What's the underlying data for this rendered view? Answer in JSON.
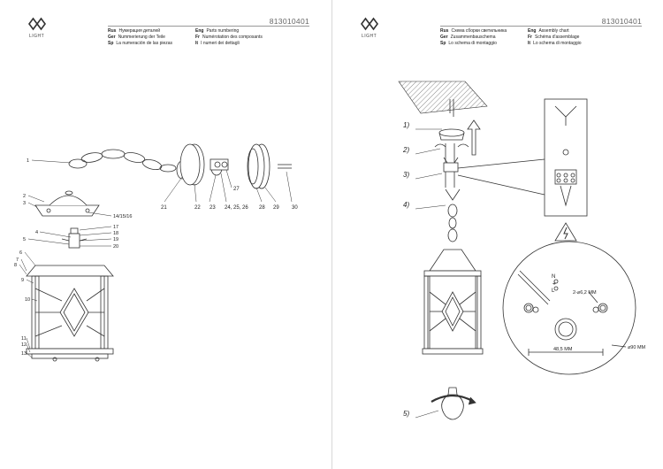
{
  "left": {
    "logo_text": "LIGHT",
    "doc_number": "813010401",
    "header_col1": [
      {
        "code": "Rus",
        "text": "Нумерация деталей"
      },
      {
        "code": "Ger",
        "text": "Nummerierung der Teile"
      },
      {
        "code": "Sp",
        "text": "La numeración de las piezas"
      }
    ],
    "header_col2": [
      {
        "code": "Eng",
        "text": "Parts numbering"
      },
      {
        "code": "Fr",
        "text": "Numérotation des composants"
      },
      {
        "code": "It",
        "text": "I numeri dei dettagli"
      }
    ],
    "part_numbers": [
      "1",
      "2",
      "3",
      "4",
      "5",
      "6",
      "7",
      "8",
      "9",
      "10",
      "11",
      "12",
      "13",
      "14/15/16",
      "17",
      "18",
      "19",
      "20",
      "21",
      "22",
      "23",
      "24, 25, 26",
      "27",
      "28",
      "29",
      "30"
    ]
  },
  "right": {
    "logo_text": "LIGHT",
    "doc_number": "813010401",
    "header_col1": [
      {
        "code": "Rus",
        "text": "Схема сборки светильника"
      },
      {
        "code": "Ger",
        "text": "Zusammenbauschema"
      },
      {
        "code": "Sp",
        "text": "Lo schema di montaggio"
      }
    ],
    "header_col2": [
      {
        "code": "Eng",
        "text": "Assembly chart"
      },
      {
        "code": "Fr",
        "text": "Schéma d'assemblage"
      },
      {
        "code": "It",
        "text": "Lo schema di montaggio"
      }
    ],
    "steps": [
      "1)",
      "2)",
      "3)",
      "4)",
      "5)"
    ],
    "terminal_labels": [
      "N",
      "⏚",
      "L"
    ],
    "dimension_holes": "2-⌀6,2 MM",
    "dimension_spacing": "48,5 MM",
    "dimension_diameter": "⌀90 MM"
  }
}
